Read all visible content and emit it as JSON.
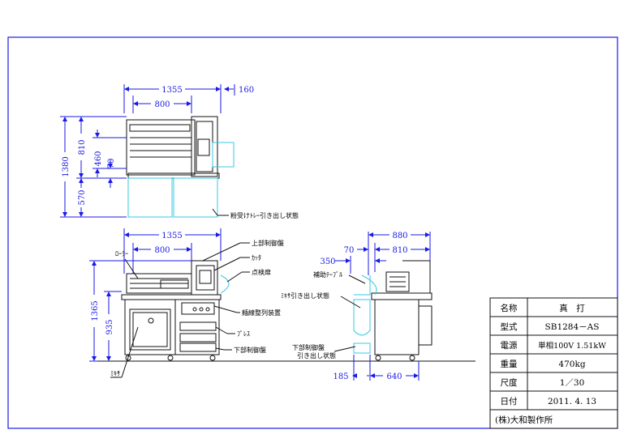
{
  "top_view": {
    "dims": {
      "width_total": "1355",
      "width_inner": "800",
      "width_right": "160",
      "height_total": "1380",
      "height_upper": "810",
      "height_mid": "460",
      "height_small": "70",
      "height_lower": "570"
    },
    "labels": {
      "tray": "粉受けﾄﾚｰ引き出し状態"
    }
  },
  "front_view": {
    "dims": {
      "width_total": "1355",
      "width_inner": "800",
      "height_total": "1365",
      "height_lower": "935"
    },
    "labels": {
      "roller": "ﾛｰﾗｰ",
      "upper_panel": "上部制御盤",
      "cutter": "ｶｯﾀ",
      "inspection_door": "点検扉",
      "arrangement": "麺線整列装置",
      "press": "ﾌﾟﾚｽ",
      "lower_panel": "下部制御盤",
      "mixer": "ﾐｷｻ"
    }
  },
  "side_view": {
    "dims": {
      "width_total": "880",
      "width_right": "810",
      "offset_small": "70",
      "aux_width": "350",
      "bottom_left": "185",
      "bottom_right": "640"
    },
    "labels": {
      "aux_table": "補助ﾃｰﾌﾞﾙ",
      "mixer_drawn": "ﾐｷｻ引き出し状態",
      "lower_panel_drawn_1": "下部制御盤",
      "lower_panel_drawn_2": "引き出し状態"
    }
  },
  "title_block": {
    "rows": [
      {
        "key": "名称",
        "value": "真　打"
      },
      {
        "key": "型式",
        "value": "SB1284－AS"
      },
      {
        "key": "電源",
        "value": "単相100V  1.51kW"
      },
      {
        "key": "重量",
        "value": "470kg"
      },
      {
        "key": "尺度",
        "value": "1／30"
      },
      {
        "key": "日付",
        "value": "2011. 4. 13"
      }
    ],
    "company": "(株)大和製作所"
  },
  "colors": {
    "border": "#1a1ae6",
    "dimension": "#1a1ae6",
    "outline": "#111111",
    "hidden": "#39c8e0"
  }
}
